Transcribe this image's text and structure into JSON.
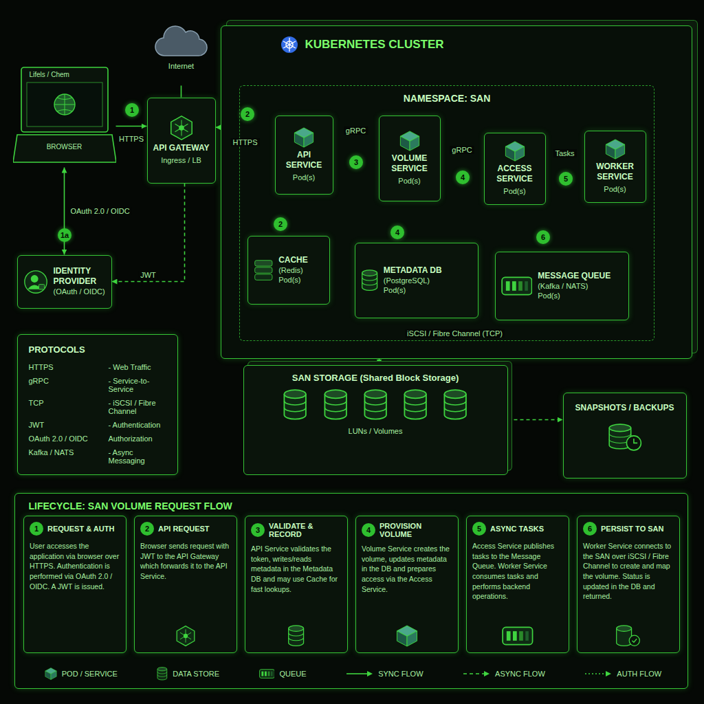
{
  "diagram": {
    "nodes": [
      {
        "text": [
          "Lifels / Chem",
          "BROWSER"
        ]
      },
      {
        "text": [
          "Internet"
        ]
      },
      {
        "text": [
          "API GATEWAY",
          "Ingress / LB"
        ]
      },
      {
        "text": [
          "IDENTITY PROVIDER",
          "(OAuth / OIDC)"
        ]
      },
      {
        "text": [
          "KUBERNETES CLUSTER"
        ]
      },
      {
        "text": [
          "NAMESPACE: SAN"
        ],
        "in": 4
      },
      {
        "text": [
          "API SERVICE",
          "Pod(s)"
        ],
        "in": 5
      },
      {
        "text": [
          "VOLUME SERVICE",
          "Pod(s)"
        ],
        "in": 5
      },
      {
        "text": [
          "ACCESS SERVICE",
          "Pod(s)"
        ],
        "in": 5
      },
      {
        "text": [
          "WORKER SERVICE",
          "Pod(s)"
        ],
        "in": 5
      },
      {
        "text": [
          "CACHE",
          "(Redis)",
          "Pod(s)"
        ],
        "in": 5
      },
      {
        "text": [
          "METADATA DB",
          "(PostgreSQL)",
          "Pod(s)"
        ],
        "in": 5
      },
      {
        "text": [
          "MESSAGE QUEUE",
          "(Kafka / NATS)",
          "Pod(s)"
        ],
        "in": 5
      },
      {
        "text": [
          "SAN STORAGE (Shared Block Storage)",
          "LUNs / Volumes"
        ]
      },
      {
        "text": [
          "SNAPSHOTS / BACKUPS"
        ]
      },
      {
        "text": [
          "PROTOCOLS",
          "HTTPS",
          "- Web Traffic",
          "gRPC",
          "- Service-to-Service",
          "TCP",
          "- iSCSI / Fibre Channel",
          "JWT",
          "- Authentication",
          "OAuth 2.0 / OIDC",
          "Authorization",
          "Kafka / NATS",
          "- Async Messaging"
        ]
      },
      {
        "text": [
          "LIFECYCLE: SAN VOLUME REQUEST FLOW"
        ]
      },
      {
        "text": [
          "1",
          "REQUEST & AUTH",
          "User accesses the application via browser over HTTPS. Authentication is performed via OAuth 2.0 / OIDC. A JWT is issued."
        ],
        "in": 16
      },
      {
        "text": [
          "2",
          "API REQUEST",
          "Browser sends request with JWT to the API Gateway which forwards it to the API Service."
        ],
        "in": 16
      },
      {
        "text": [
          "3",
          "VALIDATE & RECORD",
          "API Service validates the token, writes/reads metadata in the Metadata DB and may use Cache for fast lookups."
        ],
        "in": 16
      },
      {
        "text": [
          "4",
          "PROVISION VOLUME",
          "Volume Service creates the volume, updates metadata in the DB and prepares access via the Access Service."
        ],
        "in": 16
      },
      {
        "text": [
          "5",
          "ASYNC TASKS",
          "Access Service publishes tasks to the Message Queue. Worker Service consumes tasks and performs backend operations."
        ],
        "in": 16
      },
      {
        "text": [
          "6",
          "PERSIST TO SAN",
          "Worker Service connects to the SAN over iSCSI / Fibre Channel to create and map the volume. Status is updated in the DB and returned."
        ],
        "in": 16
      }
    ],
    "edges": [
      {
        "from": 0,
        "to": 2,
        "arrow": "to",
        "label": "HTTPS"
      },
      {
        "from": 0,
        "to": 3,
        "arrow": "both",
        "label": "OAuth 2.0 / OIDC"
      },
      {
        "from": 2,
        "to": 3,
        "arrow": "to",
        "label": "JWT"
      },
      {
        "from": 1,
        "to": 2,
        "arrow": "none"
      },
      {
        "from": 2,
        "to": 6,
        "arrow": "both",
        "label": "HTTPS"
      },
      {
        "from": 6,
        "to": 7,
        "arrow": "both",
        "label": "gRPC"
      },
      {
        "from": 7,
        "to": 8,
        "arrow": "both",
        "label": "gRPC"
      },
      {
        "from": 8,
        "to": 9,
        "arrow": "both",
        "label": "Tasks"
      },
      {
        "from": 6,
        "to": 10,
        "arrow": "to"
      },
      {
        "from": 6,
        "to": 11,
        "arrow": "to"
      },
      {
        "from": 7,
        "to": 11,
        "arrow": "to"
      },
      {
        "from": 11,
        "to": 8,
        "arrow": "to"
      },
      {
        "from": 8,
        "to": 12,
        "arrow": "both"
      },
      {
        "from": 9,
        "to": 12,
        "arrow": "to"
      },
      {
        "from": 11,
        "to": 13,
        "arrow": "both",
        "label": "iSCSI / Fibre Channel (TCP)"
      },
      {
        "from": 13,
        "to": 14,
        "arrow": "to"
      }
    ],
    "labels": [
      "1",
      "2",
      "3",
      "4",
      "5",
      "1a",
      "2",
      "4",
      "6"
    ],
    "legend": [
      {
        "text": "POD / SERVICE"
      },
      {
        "text": "DATA STORE"
      },
      {
        "text": "QUEUE"
      },
      {
        "text": "SYNC FLOW"
      },
      {
        "text": "ASYNC FLOW"
      },
      {
        "text": "AUTH FLOW"
      }
    ]
  }
}
